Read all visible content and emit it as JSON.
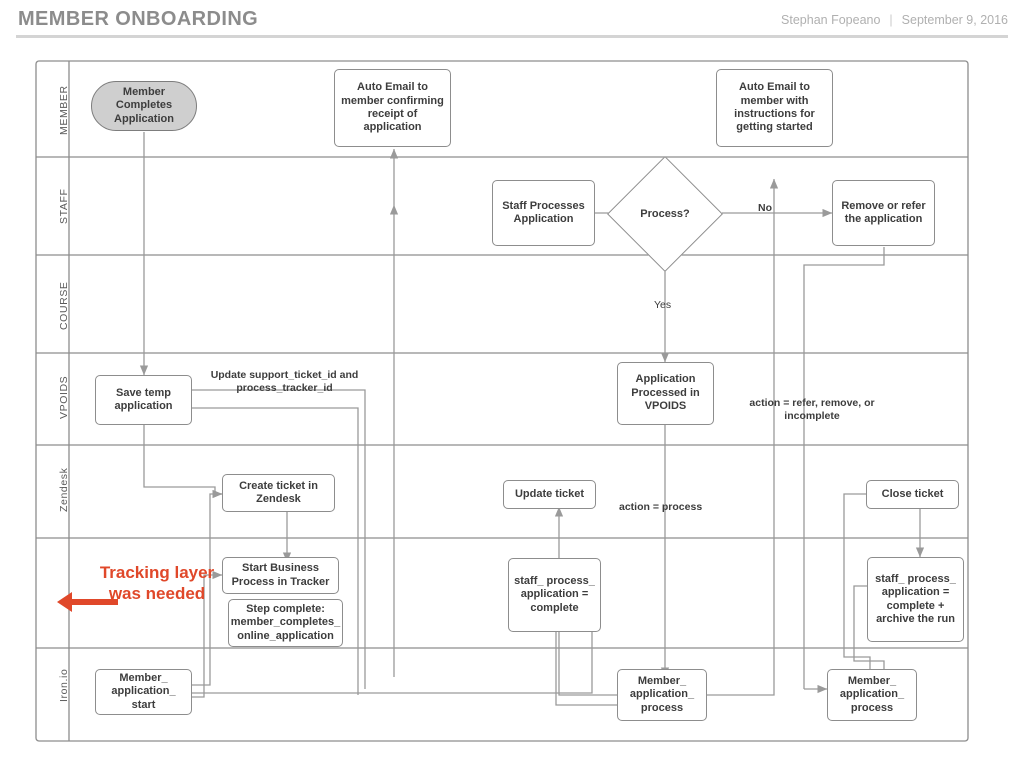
{
  "header": {
    "title": "MEMBER ONBOARDING",
    "author": "Stephan Fopeano",
    "separator": "|",
    "date": "September 9, 2016"
  },
  "colors": {
    "title": "#8c8c8c",
    "byline": "#b0b0b0",
    "rule": "#d4d4d4",
    "node_border": "#8d8d8d",
    "node_fill": "#ffffff",
    "start_fill": "#cfcfcf",
    "connector": "#9a9a9a",
    "lane_border": "#8d8d8d",
    "annotation": "#e0482a"
  },
  "diagram": {
    "type": "swimlane-flowchart",
    "lanes": [
      {
        "id": "member",
        "label": "MEMBER"
      },
      {
        "id": "staff",
        "label": "STAFF"
      },
      {
        "id": "course",
        "label": "COURSE"
      },
      {
        "id": "vpoids",
        "label": "VPOIDS"
      },
      {
        "id": "zendesk",
        "label": "Zendesk"
      },
      {
        "id": "tracking",
        "label": ""
      },
      {
        "id": "ironio",
        "label": "Iron.io"
      }
    ],
    "nodes": [
      {
        "id": "n-member-completes",
        "lane": "member",
        "shape": "rounded-start",
        "label": "Member Completes Application"
      },
      {
        "id": "n-auto-email-receipt",
        "lane": "member",
        "shape": "rect",
        "label": "Auto Email to member confirming receipt of application"
      },
      {
        "id": "n-auto-email-start",
        "lane": "member",
        "shape": "rect",
        "label": "Auto Email to member with instructions for getting started"
      },
      {
        "id": "n-staff-processes",
        "lane": "staff",
        "shape": "rect",
        "label": "Staff Processes Application"
      },
      {
        "id": "n-process-decision",
        "lane": "staff",
        "shape": "diamond",
        "label": "Process?"
      },
      {
        "id": "n-remove-refer",
        "lane": "staff",
        "shape": "rect",
        "label": "Remove or refer the application"
      },
      {
        "id": "n-save-temp",
        "lane": "vpoids",
        "shape": "rect",
        "label": "Save temp application"
      },
      {
        "id": "n-app-processed",
        "lane": "vpoids",
        "shape": "rect",
        "label": "Application Processed in VPOIDS"
      },
      {
        "id": "n-create-ticket",
        "lane": "zendesk",
        "shape": "rect",
        "label": "Create ticket in Zendesk"
      },
      {
        "id": "n-update-ticket",
        "lane": "zendesk",
        "shape": "rect",
        "label": "Update ticket"
      },
      {
        "id": "n-close-ticket",
        "lane": "zendesk",
        "shape": "rect",
        "label": "Close ticket"
      },
      {
        "id": "n-start-business",
        "lane": "tracking",
        "shape": "rect",
        "label": "Start Business Process in Tracker"
      },
      {
        "id": "n-step-complete",
        "lane": "tracking",
        "shape": "rect",
        "label": "Step complete: member_completes_ online_application"
      },
      {
        "id": "n-staff-proc-complete",
        "lane": "tracking",
        "shape": "rect",
        "label": "staff_ process_ application = complete"
      },
      {
        "id": "n-staff-proc-archive",
        "lane": "tracking",
        "shape": "rect",
        "label": "staff_ process_ application = complete + archive the run"
      },
      {
        "id": "n-member-app-start",
        "lane": "ironio",
        "shape": "rect",
        "label": "Member_ application_ start"
      },
      {
        "id": "n-member-app-proc-1",
        "lane": "ironio",
        "shape": "rect",
        "label": "Member_ application_ process"
      },
      {
        "id": "n-member-app-proc-2",
        "lane": "ironio",
        "shape": "rect",
        "label": "Member_ application_ process"
      }
    ],
    "edge_labels": [
      {
        "id": "el-no",
        "text": "No"
      },
      {
        "id": "el-yes",
        "text": "Yes"
      },
      {
        "id": "el-update-ids",
        "text": "Update support_ticket_id and process_tracker_id"
      },
      {
        "id": "el-action-refer",
        "text": "action = refer, remove, or incomplete"
      },
      {
        "id": "el-action-process",
        "text": "action = process"
      }
    ],
    "annotation": {
      "id": "ann-tracking-layer",
      "text": "Tracking layer was needed",
      "color": "#e0482a",
      "arrow": "left-arrow"
    }
  }
}
